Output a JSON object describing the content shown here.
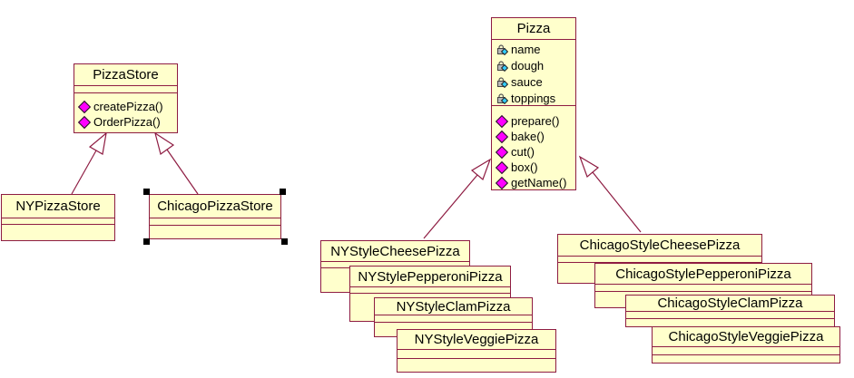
{
  "diagram": {
    "type": "uml-class-diagram",
    "background": "#FFFFFF"
  },
  "colors": {
    "class_fill": "#FFFFCC",
    "class_border": "#8E1C42",
    "connector": "#8E1C42",
    "method_icon": "#FF00FF",
    "attribute_icon_diamond": "#33CCFF",
    "attribute_icon_lock": "#B8B8B8",
    "selection_handle": "#000000",
    "text": "#000000"
  },
  "classes": {
    "pizza_store": {
      "name": "PizzaStore",
      "attributes": [],
      "methods": [
        "createPizza()",
        "OrderPizza()"
      ]
    },
    "ny_pizza_store": {
      "name": "NYPizzaStore",
      "attributes": [],
      "methods": []
    },
    "chicago_pizza_store": {
      "name": "ChicagoPizzaStore",
      "attributes": [],
      "methods": [],
      "selected": true
    },
    "pizza": {
      "name": "Pizza",
      "attributes": [
        "name",
        "dough",
        "sauce",
        "toppings"
      ],
      "methods": [
        "prepare()",
        "bake()",
        "cut()",
        "box()",
        "getName()"
      ]
    },
    "ny_style_cheese_pizza": {
      "name": "NYStyleCheesePizza",
      "attributes": [],
      "methods": []
    },
    "ny_style_pepperoni_pizza": {
      "name": "NYStylePepperoniPizza",
      "attributes": [],
      "methods": []
    },
    "ny_style_clam_pizza": {
      "name": "NYStyleClamPizza",
      "attributes": [],
      "methods": []
    },
    "ny_style_veggie_pizza": {
      "name": "NYStyleVeggiePizza",
      "attributes": [],
      "methods": []
    },
    "chicago_style_cheese_pizza": {
      "name": "ChicagoStyleCheesePizza",
      "attributes": [],
      "methods": []
    },
    "chicago_style_pepperoni_pizza": {
      "name": "ChicagoStylePepperoniPizza",
      "attributes": [],
      "methods": []
    },
    "chicago_style_clam_pizza": {
      "name": "ChicagoStyleClamPizza",
      "attributes": [],
      "methods": []
    },
    "chicago_style_veggie_pizza": {
      "name": "ChicagoStyleVeggiePizza",
      "attributes": [],
      "methods": []
    }
  },
  "relationships": [
    {
      "type": "generalization",
      "from": "NYPizzaStore",
      "to": "PizzaStore"
    },
    {
      "type": "generalization",
      "from": "ChicagoPizzaStore",
      "to": "PizzaStore"
    },
    {
      "type": "generalization",
      "from": "NYStyleCheesePizza",
      "to": "Pizza"
    },
    {
      "type": "generalization",
      "from": "ChicagoStyleCheesePizza",
      "to": "Pizza"
    }
  ]
}
